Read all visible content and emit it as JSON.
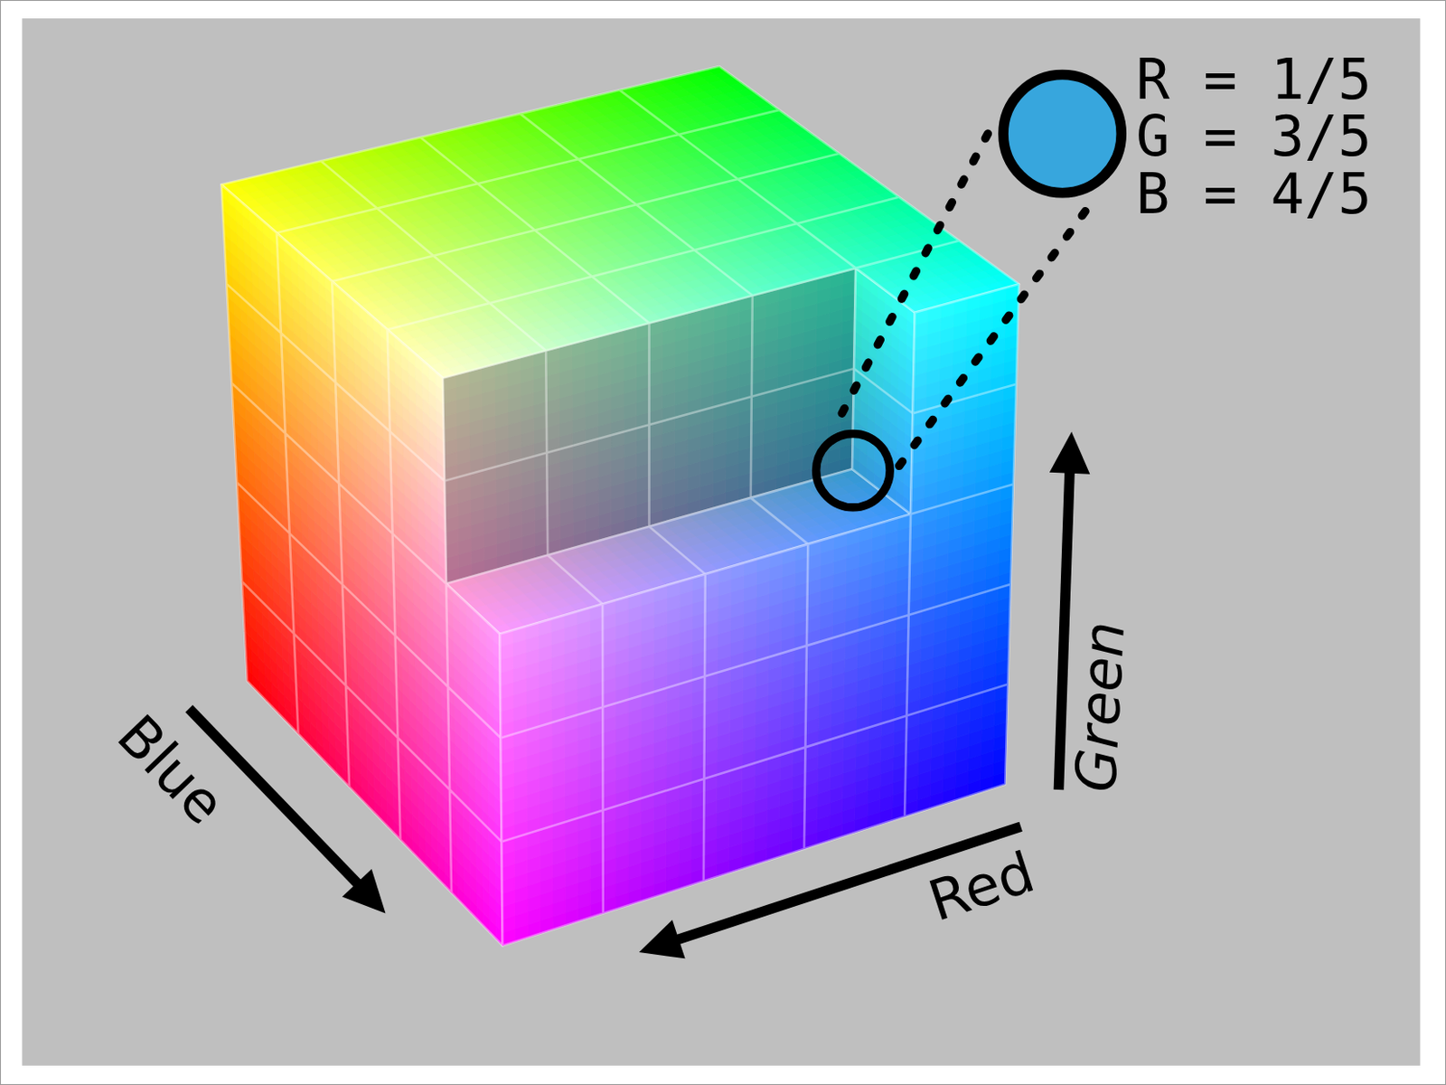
{
  "diagram": {
    "labels": [
      "R = 1/5",
      "G = 3/5",
      "B = 4/5",
      "Blue",
      "Red",
      "Green"
    ]
  }
}
